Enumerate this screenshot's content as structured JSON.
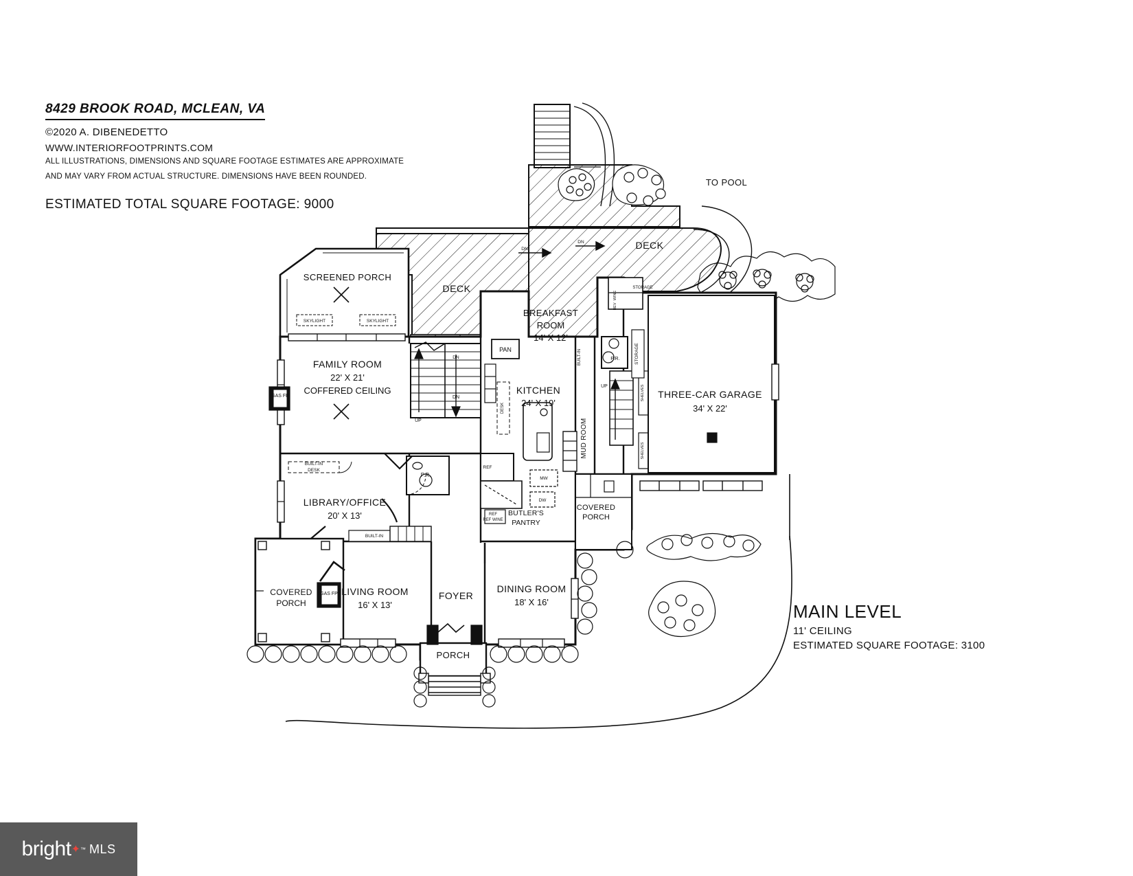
{
  "header": {
    "title": "8429 BROOK ROAD, MCLEAN, VA",
    "copyright": "©2020 A. DIBENEDETTO",
    "website": "WWW.INTERIORFOOTPRINTS.COM",
    "disclaimer_line1": "ALL ILLUSTRATIONS, DIMENSIONS AND SQUARE FOOTAGE ESTIMATES ARE APPROXIMATE",
    "disclaimer_line2": "AND MAY VARY FROM ACTUAL STRUCTURE. DIMENSIONS HAVE BEEN ROUNDED.",
    "total_sf": "ESTIMATED TOTAL SQUARE FOOTAGE: 9000"
  },
  "legend": {
    "level": "MAIN LEVEL",
    "ceiling": "11' CEILING",
    "sf": "ESTIMATED SQUARE FOOTAGE: 3100"
  },
  "watermark": {
    "brand": "bright",
    "suffix": "MLS"
  },
  "rooms": {
    "screened_porch": {
      "name": "SCREENED PORCH"
    },
    "family_room": {
      "name": "FAMILY ROOM",
      "dims": "22' X 21'",
      "note": "COFFERED CEILING"
    },
    "breakfast_room": {
      "name1": "BREAKFAST",
      "name2": "ROOM",
      "dims": "14' X 12'"
    },
    "kitchen": {
      "name": "KITCHEN",
      "dims": "24' X 19'"
    },
    "garage": {
      "name": "THREE-CAR GARAGE",
      "dims": "34' X 22'"
    },
    "library": {
      "name": "LIBRARY/OFFICE",
      "dims": "20' X 13'"
    },
    "living_room": {
      "name": "LIVING ROOM",
      "dims": "16' X 13'"
    },
    "dining_room": {
      "name": "DINING ROOM",
      "dims": "18' X 16'"
    },
    "foyer": {
      "name": "FOYER"
    },
    "porch": {
      "name": "PORCH"
    },
    "covered_porch_left": {
      "name1": "COVERED",
      "name2": "PORCH"
    },
    "covered_porch_right": {
      "name1": "COVERED",
      "name2": "PORCH"
    },
    "butlers_pantry": {
      "name1": "BUTLER'S",
      "name2": "PANTRY"
    },
    "mud_room": {
      "name": "MUD ROOM"
    },
    "deck_left": {
      "name": "DECK"
    },
    "deck_right": {
      "name": "DECK"
    },
    "to_pool": {
      "name": "TO POOL"
    }
  },
  "annotations": {
    "skylight_1": "SKYLIGHT",
    "skylight_2": "SKYLIGHT",
    "gas_fp_family": "GAS FP",
    "gas_fp_living": "GAS FP",
    "pan": "PAN",
    "desk": "DESK",
    "built_in_desk_1": "BUILT-IN",
    "built_in_desk_2": "DESK",
    "built_in_library": "BUILT-IN",
    "built_in_breakfast": "BUILT-IN",
    "built_in_kitchen": "BUILT-IN",
    "storage_upper": "STORAGE",
    "storage_garage": "STORAGE",
    "wine_upper": "WINE",
    "bev_upper": "BEV",
    "pr_upper": "P.R.",
    "pr_lower": "P.R.",
    "shelves_1": "SHELVES",
    "shelves_2": "SHELVES",
    "ref_1": "REF",
    "ref_2": "REF",
    "ref_wine": "REF WINE",
    "dw": "DW",
    "mw": "MW",
    "up_1": "UP",
    "up_2": "UP",
    "dn_1": "DN",
    "dn_2": "DN",
    "dn_3": "DN",
    "dn_4": "DN"
  }
}
